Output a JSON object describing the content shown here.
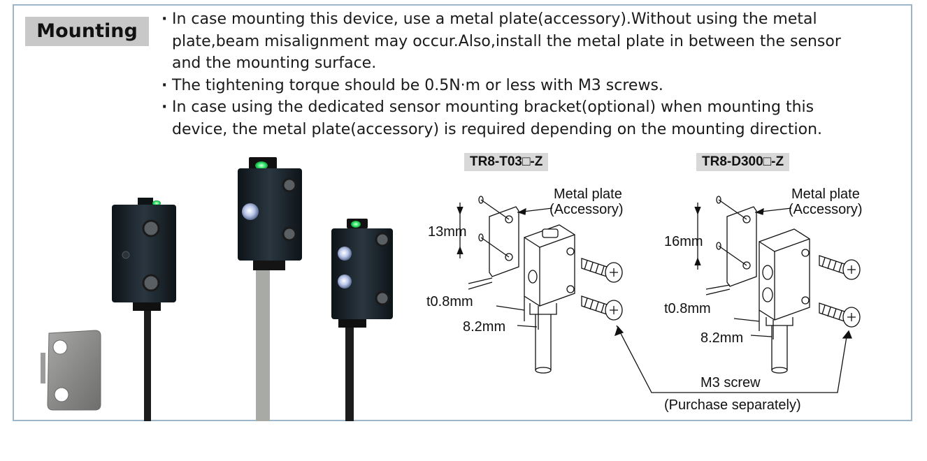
{
  "section_label": "Mounting",
  "notes": [
    "In case mounting this device, use a metal plate(accessory).Without using the metal plate,beam misalignment  may occur.Also,install the metal plate in between the sensor and the mounting surface.",
    "The tightening torque should be 0.5N·m or less with M3 screws.",
    "In case using the dedicated sensor mounting bracket(optional) when mounting this device, the metal plate(accessory) is required depending on the mounting direction."
  ],
  "diagrams": [
    {
      "model": "TR8-T03□-Z",
      "plate_label_1": "Metal plate",
      "plate_label_2": "(Accessory)",
      "dim_spacing": "13mm",
      "dim_thickness": "t0.8mm",
      "dim_offset": "8.2mm"
    },
    {
      "model": "TR8-D300□-Z",
      "plate_label_1": "Metal plate",
      "plate_label_2": "(Accessory)",
      "dim_spacing": "16mm",
      "dim_thickness": "t0.8mm",
      "dim_offset": "8.2mm"
    }
  ],
  "screw_label": "M3 screw",
  "screw_note": "(Purchase separately)",
  "colors": {
    "panel_border": "#9eb6c9",
    "label_bg": "#c8c8c8",
    "indicator_led": "#2ee86a"
  }
}
